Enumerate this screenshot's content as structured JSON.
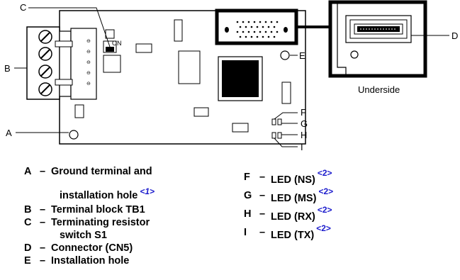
{
  "callouts": {
    "A": "A",
    "B": "B",
    "C": "C",
    "D": "D",
    "E": "E",
    "F": "F",
    "G": "G",
    "H": "H",
    "I": "I"
  },
  "switch_label": "ON",
  "underside_label": "Underside",
  "legend": {
    "left": [
      {
        "letter": "A",
        "dash": "–",
        "lines": [
          "Ground terminal and",
          "installation hole"
        ],
        "ref": "<1>"
      },
      {
        "letter": "B",
        "dash": "–",
        "lines": [
          "Terminal block TB1"
        ],
        "ref": ""
      },
      {
        "letter": "C",
        "dash": "–",
        "lines": [
          "Terminating resistor",
          "switch S1"
        ],
        "ref": ""
      },
      {
        "letter": "D",
        "dash": "–",
        "lines": [
          "Connector (CN5)"
        ],
        "ref": ""
      },
      {
        "letter": "E",
        "dash": "–",
        "lines": [
          "Installation hole"
        ],
        "ref": ""
      }
    ],
    "right": [
      {
        "letter": "F",
        "dash": "–",
        "text": "LED (NS)",
        "ref": "<2>"
      },
      {
        "letter": "G",
        "dash": "–",
        "text": "LED (MS)",
        "ref": "<2>"
      },
      {
        "letter": "H",
        "dash": "–",
        "text": "LED (RX)",
        "ref": "<2>"
      },
      {
        "letter": "I",
        "dash": "–",
        "text": "LED (TX)",
        "ref": "<2>"
      }
    ]
  },
  "colors": {
    "ink": "#000000",
    "ref": "#1a1acc",
    "board": "#ffffff"
  }
}
